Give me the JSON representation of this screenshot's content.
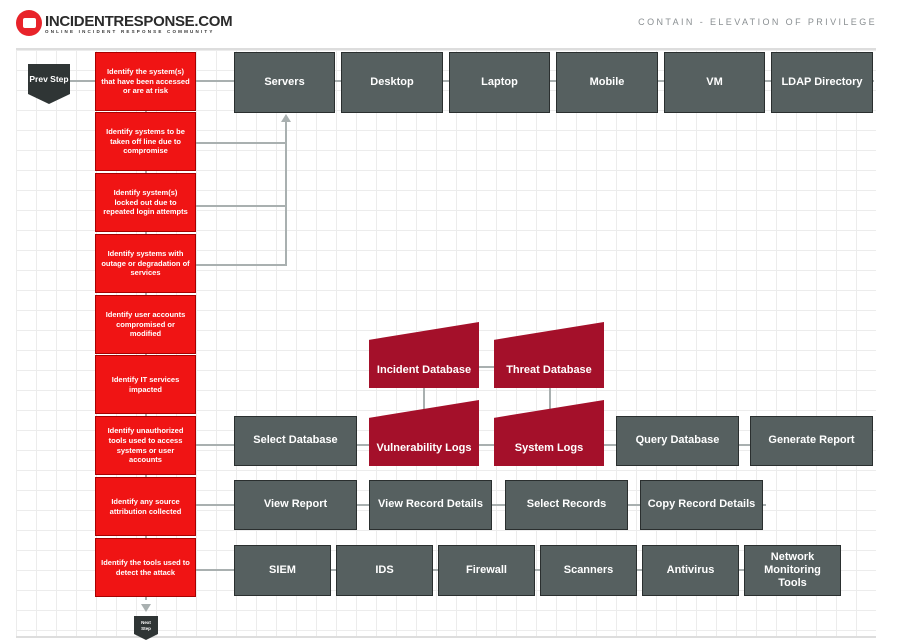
{
  "logo": {
    "title": "INCIDENTRESPONSE.COM",
    "subtitle": "ONLINE INCIDENT RESPONSE COMMUNITY"
  },
  "page_title": "CONTAIN - ELEVATION OF PRIVILEGE",
  "prev_step": "Prev Step",
  "next_step": "Next Step",
  "steps": [
    "Identify the system(s) that have been accessed or are at risk",
    "Identify systems to be taken off line due to compromise",
    "Identify system(s) locked out due to repeated login attempts",
    "Identify  systems with outage or degradation of services",
    "Identify user accounts compromised or modified",
    "Identify IT services impacted",
    "Identify unauthorized tools used to access systems or user accounts",
    "Identify any source attribution collected",
    "Identify the tools used to detect the attack"
  ],
  "systems": [
    "Servers",
    "Desktop",
    "Laptop",
    "Mobile",
    "VM",
    "LDAP Directory"
  ],
  "databases": [
    "Incident Database",
    "Threat Database",
    "Vulnerability Logs",
    "System Logs"
  ],
  "db_actions": [
    "Select Database",
    "Query Database",
    "Generate Report"
  ],
  "record_actions": [
    "View Report",
    "View Record Details",
    "Select Records",
    "Copy Record Details"
  ],
  "tools": [
    "SIEM",
    "IDS",
    "Firewall",
    "Scanners",
    "Antivirus",
    "Network Monitoring Tools"
  ],
  "colors": {
    "step_red": "#f01414",
    "box_gray": "#566060",
    "db_red": "#a4102a"
  }
}
